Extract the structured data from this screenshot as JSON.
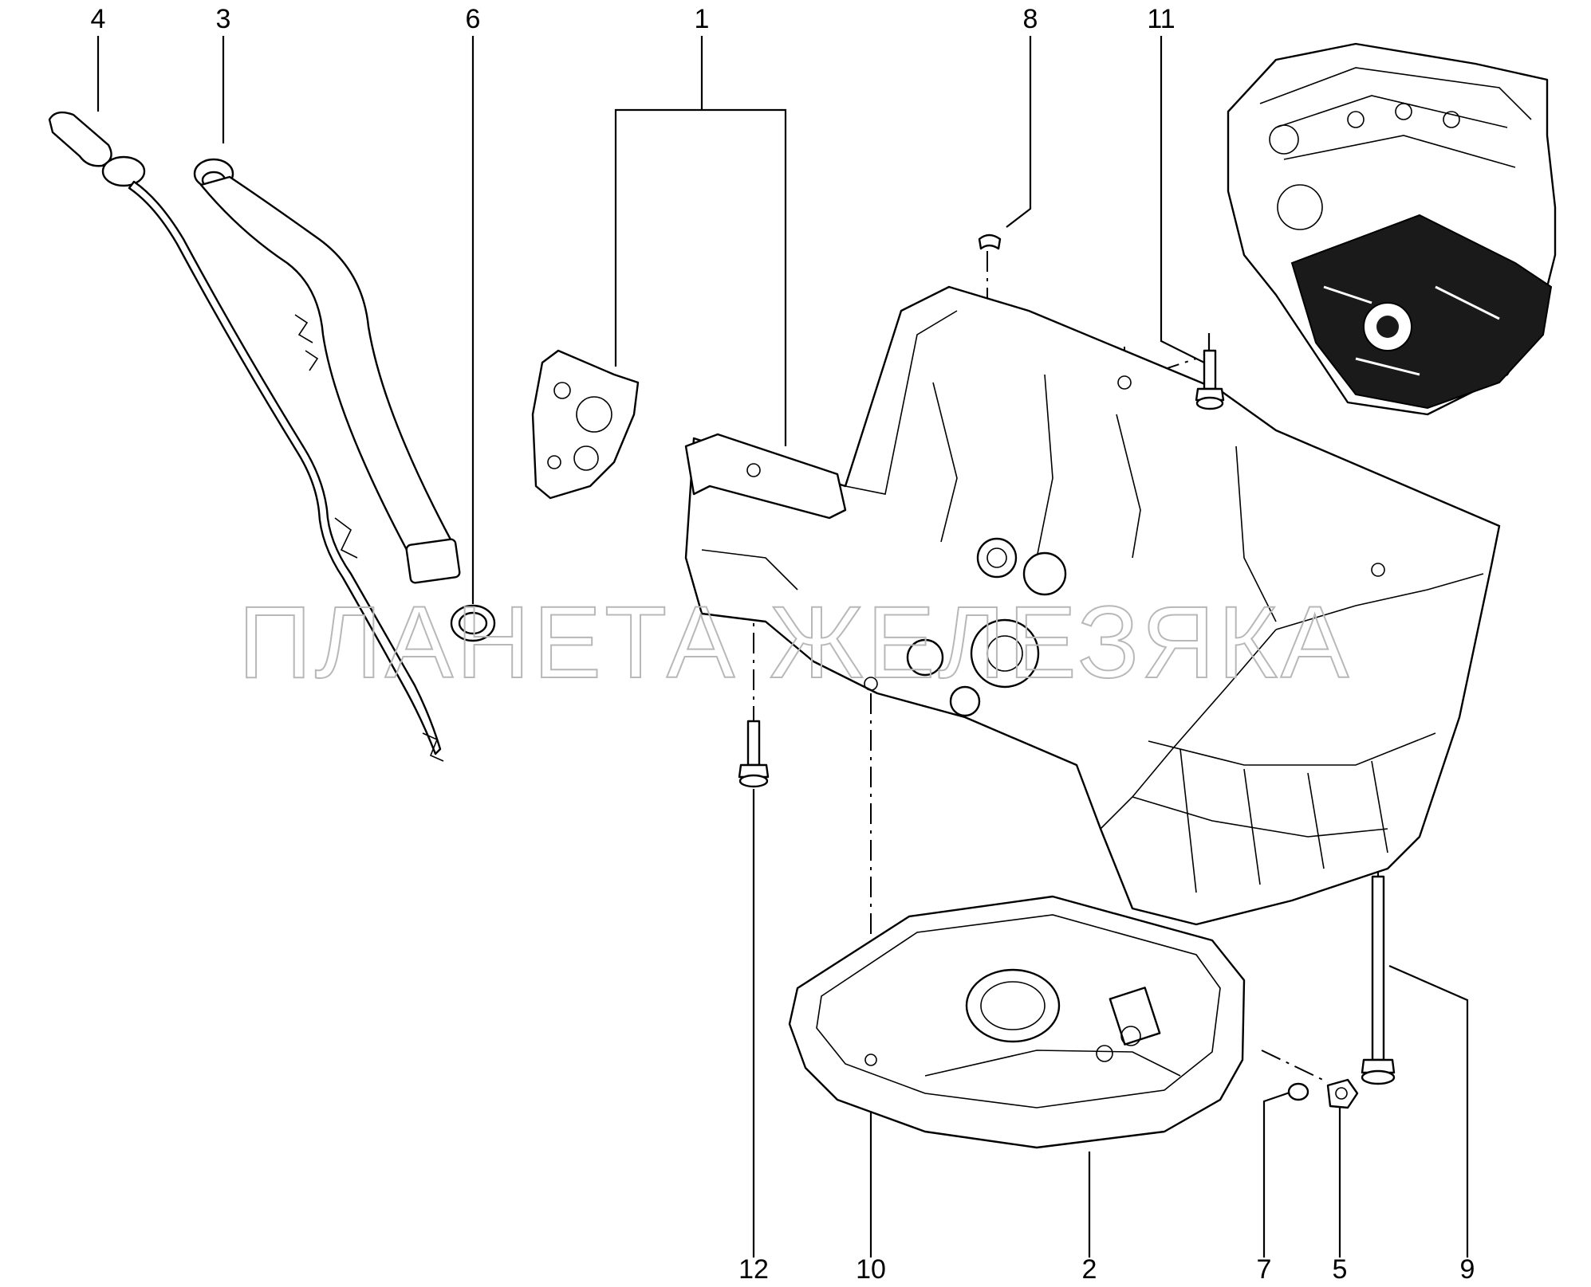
{
  "watermark": "ПЛАНЕТА ЖЕЛЕЗЯКА",
  "labels": {
    "l1": "1",
    "l2": "2",
    "l3": "3",
    "l4": "4",
    "l5": "5",
    "l6": "6",
    "l7": "7",
    "l8": "8",
    "l9": "9",
    "l10": "10",
    "l11": "11",
    "l12": "12"
  },
  "colors": {
    "ink": "#000000",
    "watermark": "#b8b8b8",
    "engine_shade": "#1a1a1a"
  }
}
